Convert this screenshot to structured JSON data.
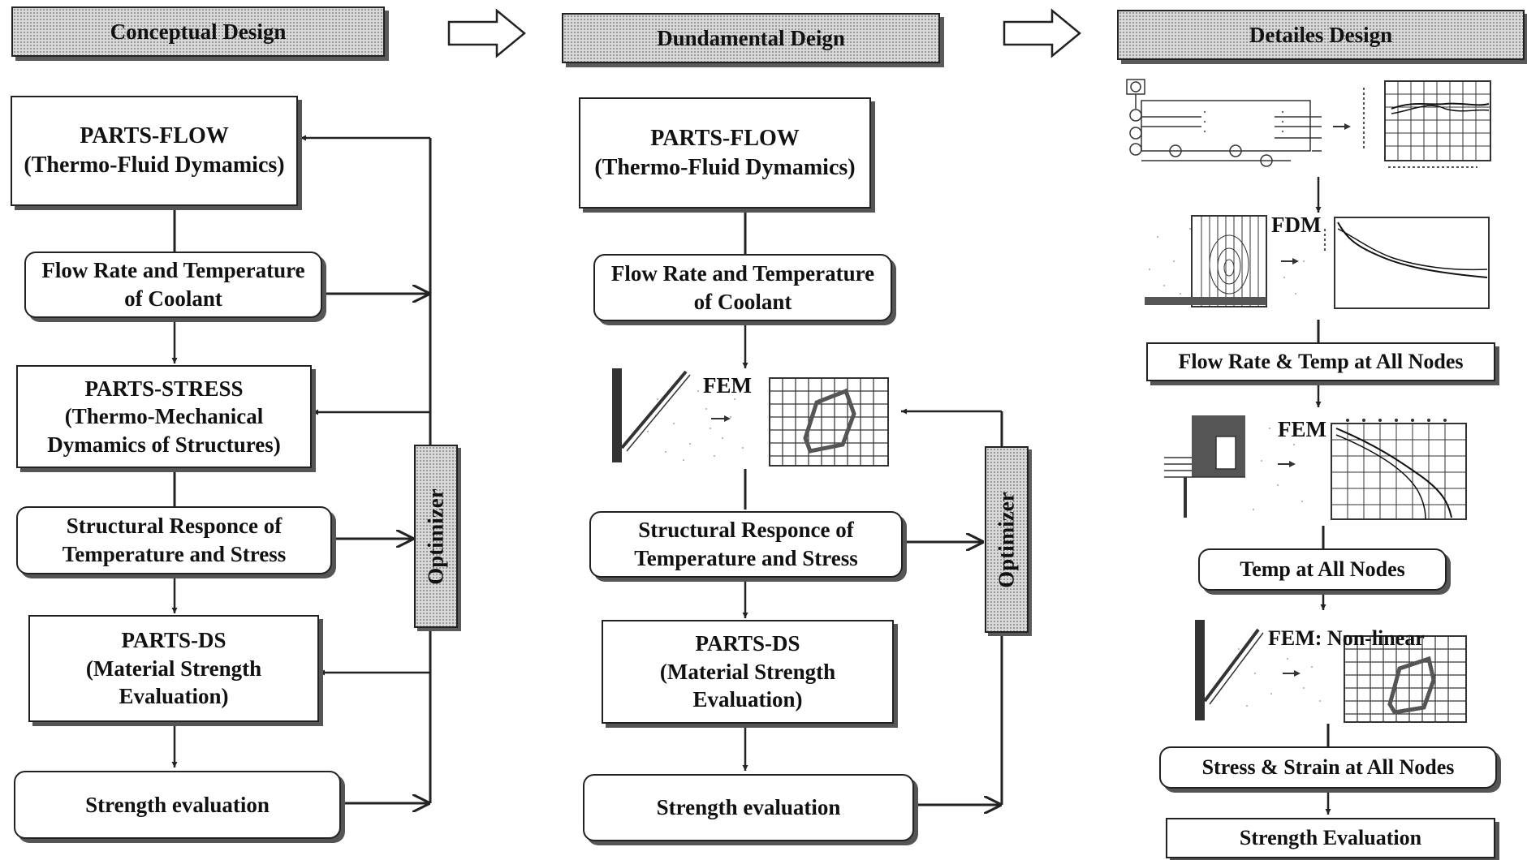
{
  "phases": {
    "conceptual": "Conceptual Design",
    "fundamental": "Dundamental Deign",
    "detailed": "Detailes Design"
  },
  "conceptual": {
    "parts_flow": {
      "line1": "PARTS-FLOW",
      "line2": "(Thermo-Fluid Dymamics)"
    },
    "coolant": {
      "line1": "Flow Rate and Temperature",
      "line2": "of Coolant"
    },
    "parts_stress": {
      "line1": "PARTS-STRESS",
      "line2": "(Thermo-Mechanical",
      "line3": "Dymamics of Structures)"
    },
    "response": {
      "line1": "Structural Responce of",
      "line2": "Temperature and Stress"
    },
    "parts_ds": {
      "line1": "PARTS-DS",
      "line2": "(Material Strength",
      "line3": "Evaluation)"
    },
    "strength": "Strength evaluation",
    "optimizer": "Optimizer"
  },
  "fundamental": {
    "parts_flow": {
      "line1": "PARTS-FLOW",
      "line2": "(Thermo-Fluid Dymamics)"
    },
    "coolant": {
      "line1": "Flow Rate and Temperature",
      "line2": "of Coolant"
    },
    "fem_label": "FEM",
    "response": {
      "line1": "Structural Responce of",
      "line2": "Temperature and Stress"
    },
    "parts_ds": {
      "line1": "PARTS-DS",
      "line2": "(Material Strength",
      "line3": "Evaluation)"
    },
    "strength": "Strength evaluation",
    "optimizer": "Optimizer"
  },
  "detailed": {
    "fdm_label": "FDM",
    "flow_temp_nodes": "Flow Rate & Temp at All Nodes",
    "fem_label": "FEM",
    "temp_nodes": "Temp at All Nodes",
    "fem_nonlinear_label": "FEM: Non-linear",
    "stress_strain_nodes": "Stress & Strain at All Nodes",
    "strength": "Strength Evaluation"
  }
}
